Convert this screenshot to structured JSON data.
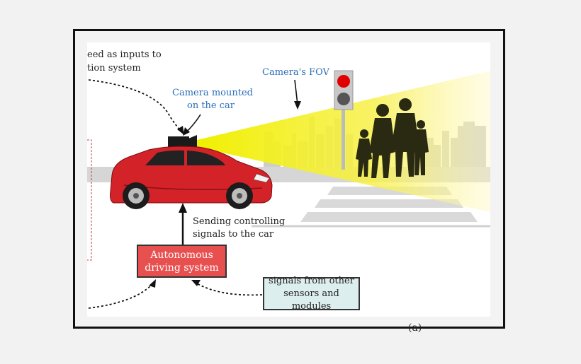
{
  "labels": {
    "inputs_line1": "eed as inputs to",
    "inputs_line2": "tion system",
    "camera_fov": "Camera's FOV",
    "camera_mounted_line1": "Camera mounted",
    "camera_mounted_line2": "on the car",
    "sending_line1": "Sending controlling",
    "sending_line2": "signals to the car",
    "ads_line1": "Autonomous",
    "ads_line2": "driving system",
    "signals_line1": "signals from other",
    "signals_line2": "sensors and modules",
    "subfig_label": "(a)"
  },
  "colors": {
    "ads_box": "#e85050",
    "signals_box": "#dceeed",
    "car_body": "#d42229",
    "fov_beam": "#f5f500",
    "label_blue": "#2a6fb8",
    "traffic_light_red": "#e00000"
  }
}
